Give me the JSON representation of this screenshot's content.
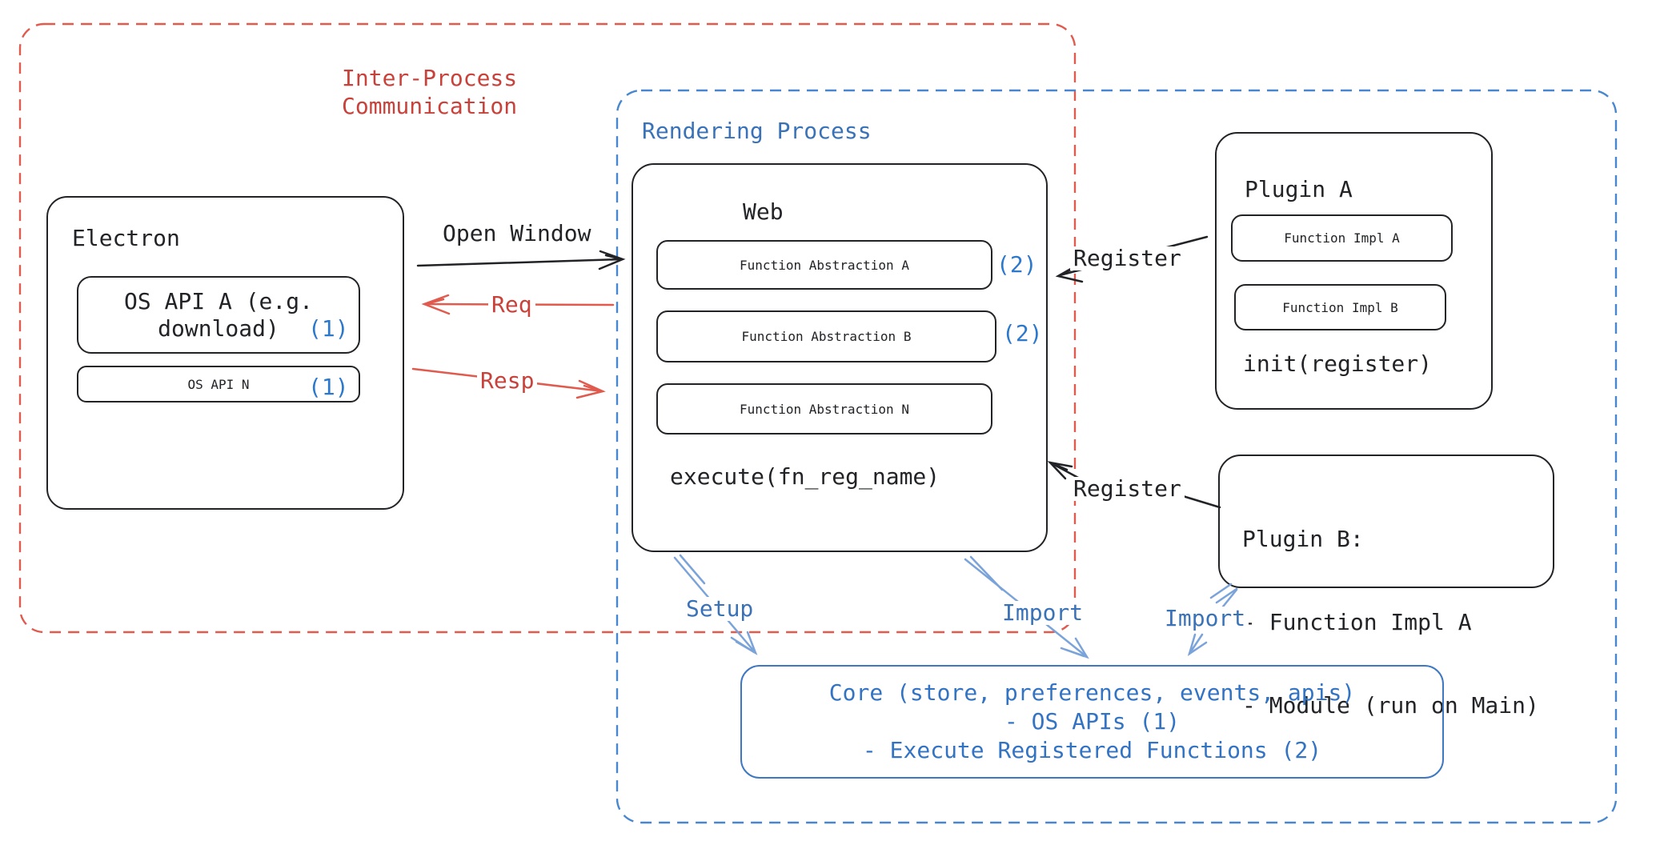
{
  "colors": {
    "ink": "#222326",
    "red_text": "#c8423b",
    "red_line": "#e05a4e",
    "blue_text": "#3a72b8",
    "blue_ref": "#2c78cd",
    "blue_dash": "#4887cf",
    "blue_arrow": "#7aa3da",
    "core_border": "#3e78c2",
    "core_text": "#3273c4"
  },
  "ipc": {
    "line1": "Inter-Process",
    "line2": "Communication"
  },
  "electron": {
    "title": "Electron",
    "api_a_line1": "OS API A (e.g.",
    "api_a_line2": "download)",
    "api_a_ref": "(1)",
    "api_n": "OS API N",
    "api_n_ref": "(1)"
  },
  "flows": {
    "open_window": "Open Window",
    "req": "Req",
    "resp": "Resp",
    "register_a": "Register",
    "register_b": "Register",
    "setup": "Setup",
    "import_web": "Import",
    "import_plugin": "Import"
  },
  "rendering": {
    "title": "Rendering Process"
  },
  "web": {
    "title": "Web",
    "fa_a": "Function Abstraction A",
    "fa_a_ref": "(2)",
    "fa_b": "Function Abstraction B",
    "fa_b_ref": "(2)",
    "fa_n": "Function Abstraction N",
    "execute": "execute(fn_reg_name)"
  },
  "plugin_a": {
    "title": "Plugin A",
    "impl_a": "Function Impl A",
    "impl_b": "Function Impl B",
    "init": "init(register)"
  },
  "plugin_b": {
    "title": "Plugin B:",
    "item1": "- Function Impl A",
    "item2": "- Module (run on Main)"
  },
  "core": {
    "line1": "Core (store, preferences, events, apis)",
    "line2": "- OS APIs (1)",
    "line3": "- Execute Registered Functions (2)"
  }
}
